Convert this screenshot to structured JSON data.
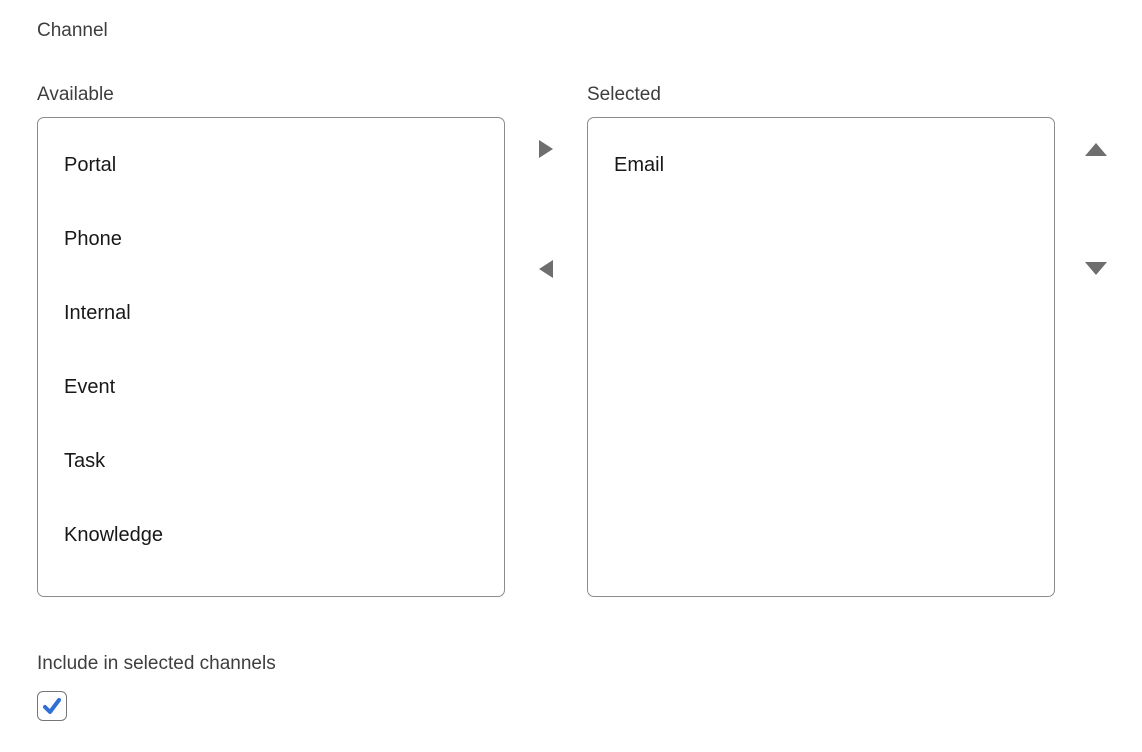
{
  "field": {
    "label": "Channel",
    "available": {
      "label": "Available",
      "items": [
        "Portal",
        "Phone",
        "Internal",
        "Event",
        "Task",
        "Knowledge"
      ]
    },
    "selected": {
      "label": "Selected",
      "items": [
        "Email"
      ]
    },
    "checkbox": {
      "label": "Include in selected channels",
      "checked": true
    }
  },
  "icons": {
    "move_right": "right-triangle-icon",
    "move_left": "left-triangle-icon",
    "move_up": "up-triangle-icon",
    "move_down": "down-triangle-icon"
  },
  "colors": {
    "label_text": "#3e3e3e",
    "item_text": "#181818",
    "box_border": "#8c8c8c",
    "arrow_gray": "#6e6e6e",
    "checkbox_border": "#767676",
    "check_blue": "#2f6fd6"
  }
}
